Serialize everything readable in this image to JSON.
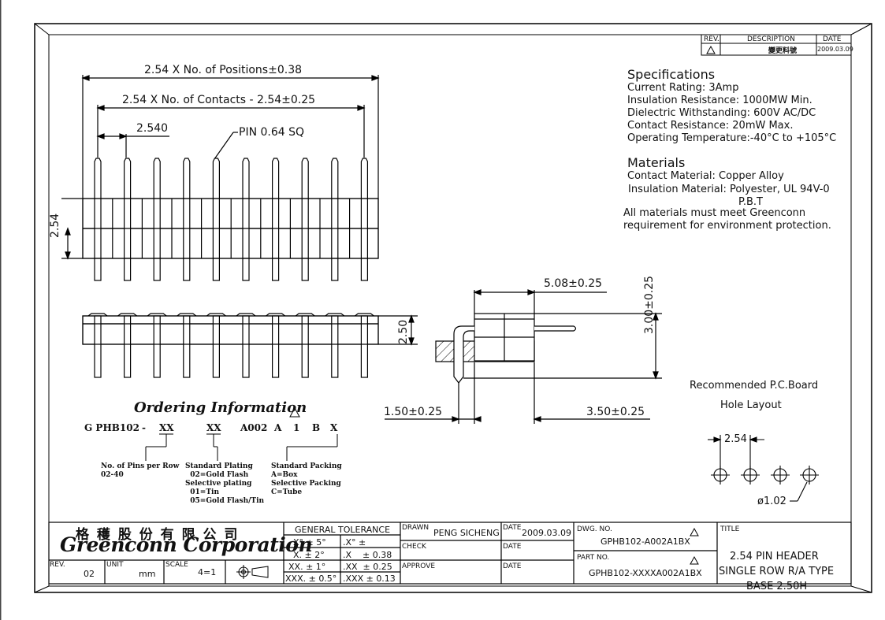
{
  "revision_block": {
    "headers": [
      "REV.",
      "DESCRIPTION",
      "DATE"
    ],
    "row": {
      "rev_icon": "revision-triangle-icon",
      "description": "變更料號",
      "date": "2009.03.09"
    }
  },
  "specifications": {
    "heading": "Specifications",
    "lines": [
      "Current Rating:  3Amp",
      "Insulation Resistance:  1000MW Min.",
      "Dielectric Withstanding:   600V AC/DC",
      "Contact Resistance:   20mW Max.",
      "Operating Temperature:-40°C to +105°C"
    ]
  },
  "materials": {
    "heading": "Materials",
    "lines": [
      "Contact Material:  Copper Alloy",
      "Insulation Material:  Polyester, UL 94V-0",
      "P.B.T"
    ],
    "note_lines": [
      "All materials must meet Greenconn",
      "requirement for environment protection."
    ]
  },
  "dimensions": {
    "positions": "2.54 X No. of Positions±0.38",
    "contacts": "2.54 X No. of Contacts - 2.54±0.25",
    "pitch": "2.540",
    "pin": "PIN 0.64 SQ",
    "row_height": "2.54",
    "body_height": "2.50",
    "side_width": "5.08±0.25",
    "side_height": "3.00±0.25",
    "left_offset": "1.50±0.25",
    "right_offset": "3.50±0.25"
  },
  "pcb": {
    "title_lines": [
      "Recommended P.C.Board",
      "Hole Layout"
    ],
    "pitch": "2.54",
    "hole": "ø1.02"
  },
  "ordering": {
    "title": "Ordering Information",
    "code": [
      "G PHB102",
      "-",
      "XX",
      "XX",
      "A002",
      "A",
      "1",
      "B",
      "X"
    ],
    "col1": [
      "No. of Pins per Row",
      "02-40"
    ],
    "col2": [
      "Standard Plating",
      "  02=Gold Flash",
      "Selective plating",
      "  01=Tin",
      "  05=Gold Flash/Tin"
    ],
    "col3": [
      "Standard Packing",
      "A=Box",
      "Selective Packing",
      "C=Tube"
    ]
  },
  "title_block": {
    "company_cn": "格 穫 股 份 有 限 公 司",
    "company_en": "Greenconn Corporation",
    "rev_label": "REV.",
    "rev_value": "02",
    "unit_label": "UNIT",
    "unit_value": "mm",
    "scale_label": "SCALE",
    "scale_value": "4=1",
    "tolerance_title": "GENERAL TOLERANCE",
    "tolerance_rows": [
      [
        "X° ± 5°",
        ".X° ±"
      ],
      [
        "X. ± 2°",
        ".X    ± 0.38"
      ],
      [
        "XX. ± 1°",
        ".XX  ± 0.25"
      ],
      [
        "XXX. ± 0.5°",
        ".XXX ± 0.13"
      ]
    ],
    "drawn_label": "DRAWN",
    "drawn_value": "PENG SICHENG",
    "check_label": "CHECK",
    "approve_label": "APPROVE",
    "date_label": "DATE",
    "date_value": "2009.03.09",
    "dwg_label": "DWG. NO.",
    "dwg_value": "GPHB102-A002A1BX",
    "part_label": "PART NO.",
    "part_value": "GPHB102-XXXXA002A1BX",
    "title_label": "TITLE",
    "title_lines": [
      "2.54 PIN HEADER",
      "SINGLE ROW R/A TYPE",
      "BASE 2.50H"
    ]
  }
}
